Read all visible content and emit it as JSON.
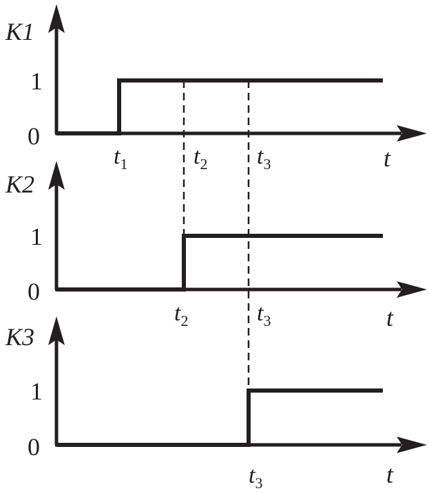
{
  "panels": [
    {
      "signal_label": "K1",
      "level_high": "1",
      "level_low": "0",
      "axis_label": "t",
      "rise_at": "t1",
      "time_marks": [
        {
          "base": "t",
          "sub": "1"
        },
        {
          "base": "t",
          "sub": "2"
        },
        {
          "base": "t",
          "sub": "3"
        }
      ]
    },
    {
      "signal_label": "K2",
      "level_high": "1",
      "level_low": "0",
      "axis_label": "t",
      "rise_at": "t2",
      "time_marks": [
        {
          "base": "t",
          "sub": "2"
        },
        {
          "base": "t",
          "sub": "3"
        }
      ]
    },
    {
      "signal_label": "K3",
      "level_high": "1",
      "level_low": "0",
      "axis_label": "t",
      "rise_at": "t3",
      "time_marks": [
        {
          "base": "t",
          "sub": "3"
        }
      ]
    }
  ],
  "colors": {
    "ink": "#231f20",
    "background": "#ffffff"
  }
}
